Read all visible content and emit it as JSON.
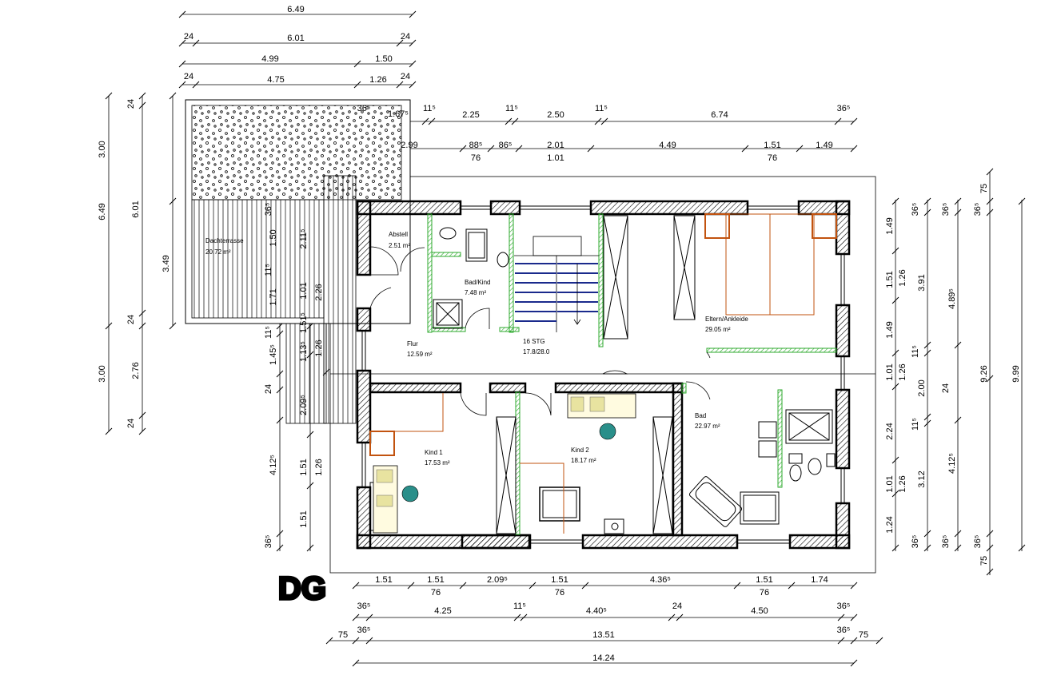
{
  "floor_label": "DG",
  "rooms": {
    "dachterrasse": {
      "name": "Dachterrasse",
      "area": "20.72 m²"
    },
    "abstell": {
      "name": "Abstell",
      "area": "2.51 m²"
    },
    "bad_kind": {
      "name": "Bad/Kind",
      "area": "7.48 m²"
    },
    "flur": {
      "name": "Flur",
      "area": "12.59 m²"
    },
    "stair": {
      "name": "16 STG",
      "area": "17.8/28.0"
    },
    "eltern": {
      "name": "Eltern/Ankleide",
      "area": "29.05 m²"
    },
    "kind1": {
      "name": "Kind 1",
      "area": "17.53 m²"
    },
    "kind2": {
      "name": "Kind 2",
      "area": "18.17 m²"
    },
    "bad": {
      "name": "Bad",
      "area": "22.97 m²"
    }
  },
  "dims": {
    "top": {
      "r1": [
        "6.49"
      ],
      "r2": [
        "24",
        "6.01",
        "24"
      ],
      "r3": [
        "4.99",
        "1.50"
      ],
      "r4": [
        "24",
        "4.75",
        "1.26",
        "24"
      ],
      "r5": [
        "36⁵",
        "1.67⁵",
        "11⁵",
        "2.25",
        "11⁵",
        "2.50",
        "11⁵",
        "6.74",
        "36⁵"
      ],
      "r6": [
        "2.99",
        "88⁵",
        "86⁵",
        "2.01",
        "4.49",
        "1.51",
        "1.49"
      ],
      "r6b": [
        "76",
        "1.01",
        "76"
      ]
    },
    "bottom": {
      "r1": [
        "1.51",
        "1.51",
        "2.09⁵",
        "1.51",
        "4.36⁵",
        "1.51",
        "1.74"
      ],
      "r1b": [
        "76",
        "76",
        "76"
      ],
      "r2": [
        "36⁵",
        "4.25",
        "11⁵",
        "4.40⁵",
        "24",
        "4.50",
        "36⁵"
      ],
      "r3": [
        "75",
        "36⁵",
        "13.51",
        "36⁵",
        "75"
      ],
      "r4": [
        "14.24"
      ]
    },
    "left": {
      "c1": [
        "3.00",
        "6.49",
        "3.00"
      ],
      "c2": [
        "24",
        "6.01",
        "24",
        "2.76",
        "24"
      ],
      "c3": [
        "3.49"
      ],
      "c4": [
        "36⁵",
        "1.50",
        "11⁵",
        "1.71",
        "11⁵",
        "1.45⁵",
        "24",
        "2.09⁵",
        "4.12⁵",
        "36⁵"
      ],
      "c5": [
        "2.11⁵",
        "1.01",
        "1.51⁵",
        "1.13⁵",
        "1.51",
        "1.51"
      ],
      "c6": [
        "2.26",
        "1.26",
        "1.26"
      ]
    },
    "right": {
      "c1": [
        "1.49",
        "1.51",
        "1.49",
        "1.01",
        "2.24",
        "1.01",
        "1.24"
      ],
      "c2": [
        "36⁵",
        "1.26",
        "11⁵",
        "1.26",
        "11⁵",
        "1.26",
        "36⁵"
      ],
      "c3": [
        "36⁵",
        "3.91",
        "2.00",
        "24",
        "3.12",
        "36⁵"
      ],
      "c4": [
        "36⁵",
        "4.89⁵",
        "4.12⁵",
        "36⁵"
      ],
      "c5": [
        "75",
        "9.26",
        "75"
      ],
      "c6": [
        "9.99"
      ]
    }
  }
}
